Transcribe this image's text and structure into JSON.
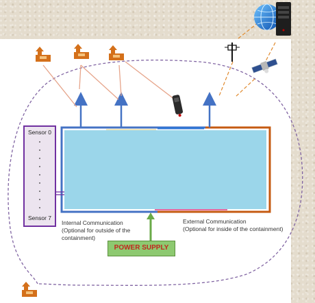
{
  "sensors": {
    "first_label": "Sensor 0",
    "last_label": "Sensor 7"
  },
  "internal_communication": {
    "title": "Internal Communication",
    "note": "(Optional for outside of the containment)"
  },
  "external_communication": {
    "title": "External Communication",
    "note": "(Optional for inside of the containment)"
  },
  "power_supply": {
    "label": "POWER SUPPLY"
  },
  "colors": {
    "containment_fill": "#9bd6ea",
    "internal_border": "#4472c4",
    "external_border": "#c55a11",
    "sensor_border": "#7030a0",
    "power_fill": "#8dc970",
    "power_text": "#c0281f",
    "boundary_dash": "#8064a2",
    "arrow": "#4472c4",
    "person_icon": "#d4701a"
  },
  "icons": [
    "person-icon",
    "globe-icon",
    "server-icon",
    "satellite-icon",
    "antenna-mast-icon",
    "radio-device-icon"
  ]
}
